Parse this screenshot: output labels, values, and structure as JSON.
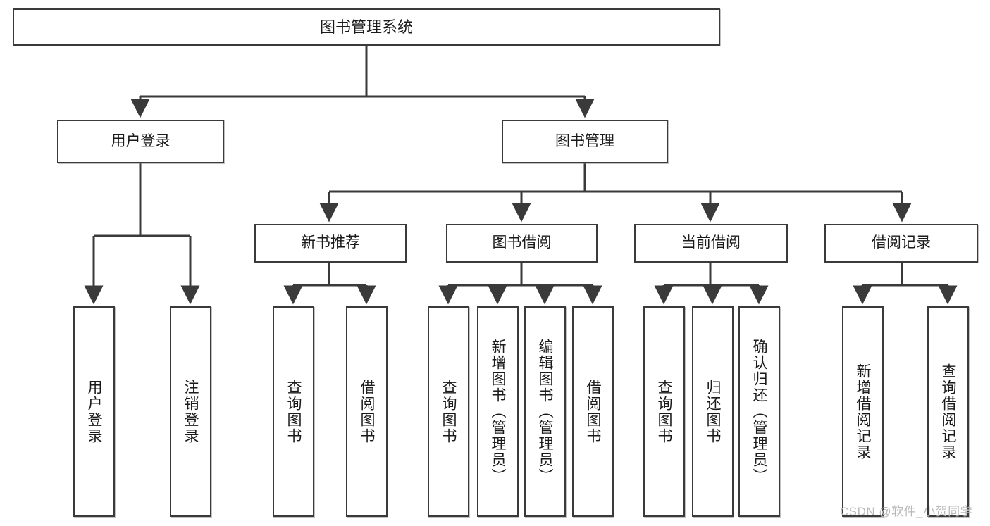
{
  "diagram": {
    "title": "图书管理系统",
    "type": "tree",
    "root": {
      "id": "root",
      "label": "图书管理系统"
    },
    "level2": [
      {
        "id": "user-login",
        "label": "用户登录"
      },
      {
        "id": "book-management",
        "label": "图书管理"
      }
    ],
    "level3": [
      {
        "id": "new-book-recommend",
        "label": "新书推荐",
        "parent": "book-management"
      },
      {
        "id": "book-borrow",
        "label": "图书借阅",
        "parent": "book-management"
      },
      {
        "id": "current-borrow",
        "label": "当前借阅",
        "parent": "book-management"
      },
      {
        "id": "borrow-record",
        "label": "借阅记录",
        "parent": "book-management"
      }
    ],
    "leaves": [
      {
        "id": "leaf-user-login",
        "label": "用户登录",
        "parent": "user-login"
      },
      {
        "id": "leaf-user-logout",
        "label": "注销登录",
        "parent": "user-login"
      },
      {
        "id": "leaf-query-book-1",
        "label": "查询图书",
        "parent": "new-book-recommend"
      },
      {
        "id": "leaf-borrow-book-1",
        "label": "借阅图书",
        "parent": "new-book-recommend"
      },
      {
        "id": "leaf-query-book-2",
        "label": "查询图书",
        "parent": "book-borrow"
      },
      {
        "id": "leaf-add-book",
        "label": "新增图书（管理员）",
        "parent": "book-borrow"
      },
      {
        "id": "leaf-edit-book",
        "label": "编辑图书（管理员）",
        "parent": "book-borrow"
      },
      {
        "id": "leaf-borrow-book-2",
        "label": "借阅图书",
        "parent": "book-borrow"
      },
      {
        "id": "leaf-query-book-3",
        "label": "查询图书",
        "parent": "current-borrow"
      },
      {
        "id": "leaf-return-book",
        "label": "归还图书",
        "parent": "current-borrow"
      },
      {
        "id": "leaf-confirm-return",
        "label": "确认归还（管理员）",
        "parent": "current-borrow"
      },
      {
        "id": "leaf-add-record",
        "label": "新增借阅记录",
        "parent": "borrow-record"
      },
      {
        "id": "leaf-query-record",
        "label": "查询借阅记录",
        "parent": "borrow-record"
      }
    ],
    "watermark": "CSDN @软件_小贺同学",
    "colors": {
      "node_border": "#3a3a3a",
      "node_fill": "#ffffff",
      "edge": "#3a3a3a",
      "text": "#1a1a1a",
      "watermark": "#b9b9b9",
      "background": "#ffffff"
    }
  }
}
